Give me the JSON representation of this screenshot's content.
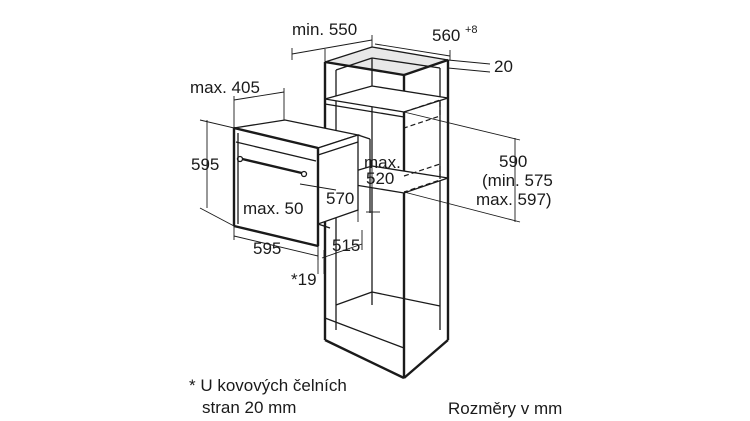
{
  "labels": {
    "cabinet_depth": "min. 550",
    "cabinet_width": "560",
    "cabinet_width_tolerance": "+8",
    "top_offset": "20",
    "appliance_depth": "max. 405",
    "appliance_height": "595",
    "niche_depth_label": "max.",
    "niche_depth_value": "520",
    "niche_height_value": "590",
    "niche_height_min": "(min. 575",
    "niche_height_max": "max. 597)",
    "bottom_offset": "max. 50",
    "inner_height": "570",
    "appliance_width": "595",
    "front_depth": "515",
    "front_thickness": "*19"
  },
  "footnote": {
    "line1": "* U kovových čelních",
    "line2": "stran 20 mm"
  },
  "units_note": "Rozměry v mm",
  "colors": {
    "line": "#1a1a1a",
    "background": "#ffffff"
  }
}
